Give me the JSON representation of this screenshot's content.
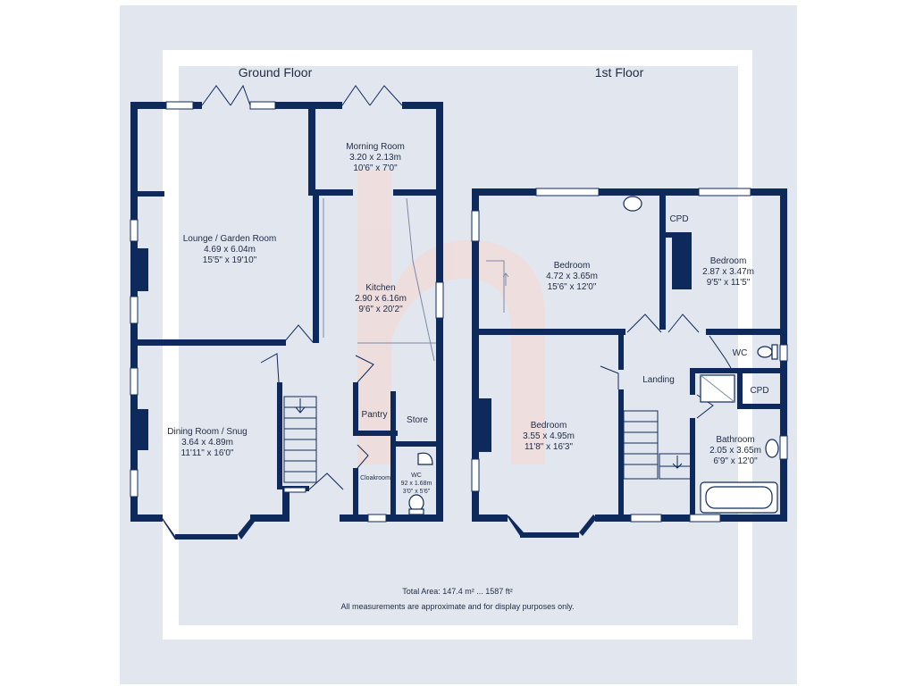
{
  "floors": {
    "ground": "Ground Floor",
    "first": "1st Floor"
  },
  "rooms": {
    "morning_room": {
      "name": "Morning Room",
      "metric": "3.20 x 2.13m",
      "imperial": "10'6\" x 7'0\""
    },
    "lounge": {
      "name": "Lounge / Garden Room",
      "metric": "4.69 x 6.04m",
      "imperial": "15'5\" x 19'10\""
    },
    "kitchen": {
      "name": "Kitchen",
      "metric": "2.90 x 6.16m",
      "imperial": "9'6\" x 20'2\""
    },
    "dining": {
      "name": "Dining Room / Snug",
      "metric": "3.64 x 4.89m",
      "imperial": "11'11\" x 16'0\""
    },
    "pantry": {
      "name": "Pantry"
    },
    "store": {
      "name": "Store"
    },
    "cloakroom": {
      "name": "Cloakroom"
    },
    "wc_ground": {
      "name": "WC",
      "metric": "92 x 1.68m",
      "imperial": "3'0\" x 5'6\""
    },
    "bedroom1": {
      "name": "Bedroom",
      "metric": "4.72 x 3.65m",
      "imperial": "15'6\" x 12'0\""
    },
    "bedroom2": {
      "name": "Bedroom",
      "metric": "2.87 x 3.47m",
      "imperial": "9'5\" x 11'5\""
    },
    "bedroom3": {
      "name": "Bedroom",
      "metric": "3.55 x 4.95m",
      "imperial": "11'8\" x 16'3\""
    },
    "bathroom": {
      "name": "Bathroom",
      "metric": "2.05 x 3.65m",
      "imperial": "6'9\" x 12'0\""
    },
    "landing": {
      "name": "Landing"
    },
    "wc_first": {
      "name": "WC"
    },
    "cpd1": {
      "name": "CPD"
    },
    "cpd2": {
      "name": "CPD"
    }
  },
  "footer": {
    "total_area": "Total Area: 147.4 m² ... 1587 ft²",
    "disclaimer": "All measurements are approximate and for display purposes only."
  },
  "colors": {
    "wall": "#0e2a5c",
    "frame": "#e2e6ee",
    "watermark": "#f7d7cf"
  }
}
